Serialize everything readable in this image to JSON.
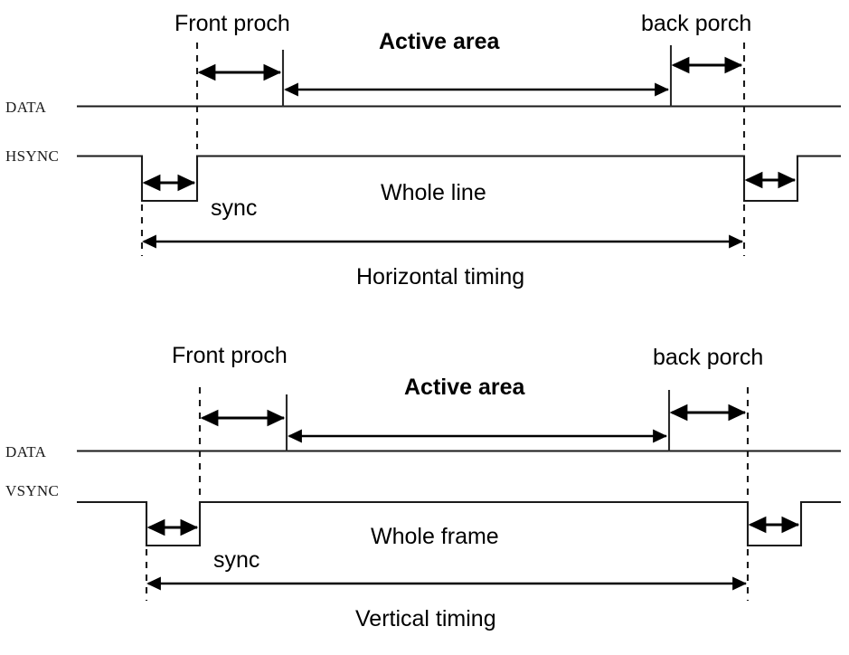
{
  "diagram": {
    "title": "VGA/LCD display timing waveform diagram",
    "ink_color": "#000000",
    "background_color": "#ffffff"
  },
  "horizontal": {
    "front_porch_label": "Front proch",
    "active_area_label": "Active area",
    "back_porch_label": "back porch",
    "data_signal_label": "DATA",
    "sync_signal_label": "HSYNC",
    "sync_label": "sync",
    "whole_label": "Whole line",
    "timing_label": "Horizontal timing"
  },
  "vertical": {
    "front_porch_label": "Front proch",
    "active_area_label": "Active area",
    "back_porch_label": "back porch",
    "data_signal_label": "DATA",
    "sync_signal_label": "VSYNC",
    "sync_label": "sync",
    "whole_label": "Whole frame",
    "timing_label": "Vertical timing"
  }
}
